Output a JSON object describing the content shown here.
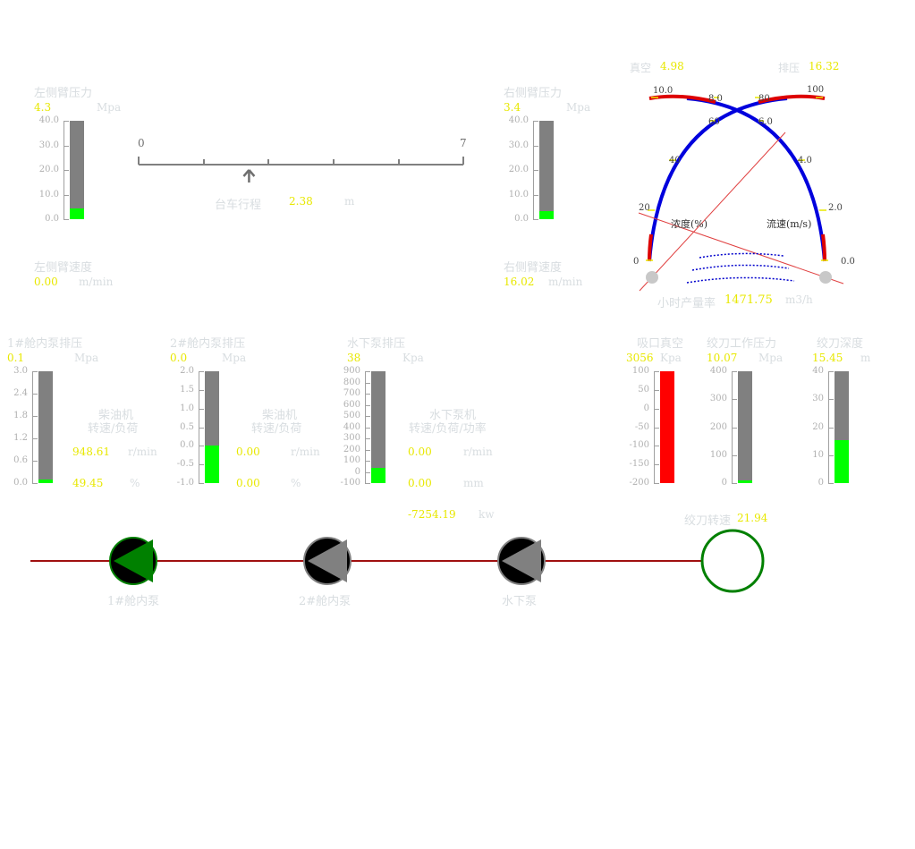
{
  "left_pressure": {
    "label": "左侧臂压力",
    "value": "4.3",
    "unit": "Mpa",
    "ticks": [
      "40.0",
      "30.0",
      "20.0",
      "10.0",
      "0.0"
    ],
    "fill_fraction": 0.108,
    "fill_color": "#00ff00"
  },
  "right_pressure": {
    "label": "右侧臂压力",
    "value": "3.4",
    "unit": "Mpa",
    "ticks": [
      "40.0",
      "30.0",
      "20.0",
      "10.0",
      "0.0"
    ],
    "fill_fraction": 0.085,
    "fill_color": "#00ff00"
  },
  "left_speed": {
    "label": "左侧臂速度",
    "value": "0.00",
    "unit": "m/min"
  },
  "right_speed": {
    "label": "右侧臂速度",
    "value": "16.02",
    "unit": "m/min"
  },
  "trolley": {
    "label": "台车行程",
    "value": "2.38",
    "unit": "m",
    "scale_min": "0",
    "scale_max": "7",
    "position": 2.38
  },
  "flow_gauge": {
    "vacuum_label": "真空",
    "vacuum_value": "4.98",
    "discharge_label": "排压",
    "discharge_value": "16.32",
    "left_ticks": [
      "10.0",
      "8.0",
      "6.0",
      "4.0",
      "2.0",
      "0.0"
    ],
    "right_ticks": [
      "100",
      "80",
      "60",
      "40",
      "20",
      "0"
    ],
    "concentration_label": "浓度(%)",
    "velocity_label": "流速(m/s)",
    "output_label": "小时产量率",
    "output_value": "1471.75",
    "output_unit": "m3/h"
  },
  "pump1_discharge": {
    "label": "1#舱内泵排压",
    "value": "0.1",
    "unit": "Mpa",
    "ticks": [
      "3.0",
      "2.4",
      "1.8",
      "1.2",
      "0.6",
      "0.0"
    ],
    "fill_fraction": 0.033,
    "fill_color": "#00ff00"
  },
  "pump2_discharge": {
    "label": "2#舱内泵排压",
    "value": "0.0",
    "unit": "Mpa",
    "ticks": [
      "2.0",
      "1.5",
      "1.0",
      "0.5",
      "0.0",
      "-0.5",
      "-1.0"
    ],
    "fill_fraction": 0.0,
    "fill_color": "#00ff00"
  },
  "underwater_discharge": {
    "label": "水下泵排压",
    "value": "38",
    "unit": "Kpa",
    "ticks": [
      "900",
      "800",
      "700",
      "600",
      "500",
      "400",
      "300",
      "200",
      "100",
      "0",
      "-100"
    ],
    "fill_fraction": 0.138,
    "fill_color": "#00ff00"
  },
  "diesel1": {
    "title": "柴油机",
    "subtitle": "转速/负荷",
    "rpm": "948.61",
    "rpm_unit": "r/min",
    "load": "49.45",
    "load_unit": "%"
  },
  "diesel2": {
    "title": "柴油机",
    "subtitle": "转速/负荷",
    "rpm": "0.00",
    "rpm_unit": "r/min",
    "load": "0.00",
    "load_unit": "%"
  },
  "underwater_motor": {
    "title": "水下泵机",
    "subtitle": "转速/负荷/功率",
    "rpm": "0.00",
    "rpm_unit": "r/min",
    "load": "0.00",
    "load_unit": "mm",
    "power": "-7254.19",
    "power_unit": "kw"
  },
  "suction_vacuum": {
    "label": "吸口真空",
    "value": "3056",
    "unit": "Kpa",
    "ticks": [
      "100",
      "50",
      "0",
      "-50",
      "-100",
      "-150",
      "-200"
    ],
    "fill_fraction": 1.0,
    "fill_color": "#ff0000"
  },
  "cutter_pressure": {
    "label": "绞刀工作压力",
    "value": "10.07",
    "unit": "Mpa",
    "ticks": [
      "400",
      "300",
      "200",
      "100",
      "0"
    ],
    "fill_fraction": 0.025,
    "fill_color": "#00ff00"
  },
  "cutter_depth": {
    "label": "绞刀深度",
    "value": "15.45",
    "unit": "m",
    "ticks": [
      "40",
      "30",
      "20",
      "10",
      "0"
    ],
    "fill_fraction": 0.386,
    "fill_color": "#00ff00"
  },
  "cutter_speed": {
    "label": "绞刀转速",
    "value": "21.94"
  },
  "pumps": [
    {
      "label": "1#舱内泵",
      "state": "running",
      "color": "#008000"
    },
    {
      "label": "2#舱内泵",
      "state": "stopped",
      "color": "#808080"
    },
    {
      "label": "水下泵",
      "state": "stopped",
      "color": "#808080"
    }
  ],
  "colors": {
    "pipeline": "#a01010",
    "running": "#008000",
    "stopped": "#808080",
    "value": "#e8e800",
    "label": "#d8dde0"
  }
}
